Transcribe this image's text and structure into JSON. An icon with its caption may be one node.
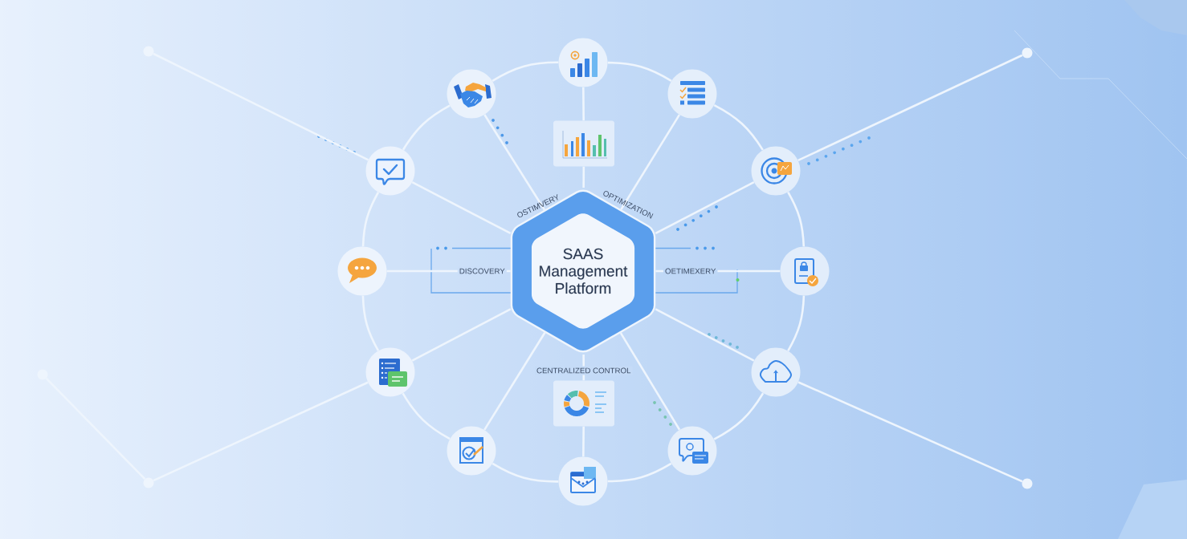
{
  "diagram": {
    "nodes": [
      {
        "text": [
          "SAAS Management Platform"
        ]
      },
      {
        "text": [],
        "shape": "circle"
      },
      {
        "text": [],
        "shape": "circle"
      },
      {
        "text": [],
        "shape": "circle"
      },
      {
        "text": [],
        "shape": "circle"
      },
      {
        "text": [],
        "shape": "circle"
      },
      {
        "text": [],
        "shape": "circle"
      },
      {
        "text": [],
        "shape": "circle"
      },
      {
        "text": [],
        "shape": "circle"
      },
      {
        "text": [],
        "shape": "circle"
      },
      {
        "text": [],
        "shape": "circle"
      },
      {
        "text": [],
        "shape": "circle"
      },
      {
        "text": [],
        "shape": "circle"
      },
      {
        "text": [],
        "shape": "picture"
      },
      {
        "text": [],
        "shape": "picture"
      },
      {
        "text": [],
        "shape": "circle"
      },
      {
        "text": [],
        "shape": "circle"
      },
      {
        "text": [],
        "shape": "circle"
      },
      {
        "text": [],
        "shape": "circle"
      },
      {
        "text": [],
        "shape": "circle"
      }
    ],
    "edges": [
      {
        "from": 0,
        "to": 13,
        "arrow": "none"
      },
      {
        "from": 13,
        "to": 1,
        "arrow": "none"
      },
      {
        "from": 0,
        "to": 2,
        "arrow": "none"
      },
      {
        "from": 0,
        "to": 3,
        "arrow": "none"
      },
      {
        "from": 0,
        "to": 4,
        "arrow": "none",
        "label": "OETIMEXERY"
      },
      {
        "from": 0,
        "to": 5,
        "arrow": "none"
      },
      {
        "from": 0,
        "to": 6,
        "arrow": "none"
      },
      {
        "from": 0,
        "to": 14,
        "arrow": "none",
        "label": "CENTRALIZED CONTROL"
      },
      {
        "from": 14,
        "to": 7,
        "arrow": "none"
      },
      {
        "from": 0,
        "to": 8,
        "arrow": "none"
      },
      {
        "from": 0,
        "to": 9,
        "arrow": "none"
      },
      {
        "from": 0,
        "to": 10,
        "arrow": "none",
        "label": "DISCOVERY"
      },
      {
        "from": 0,
        "to": 11,
        "arrow": "none"
      },
      {
        "from": 0,
        "to": 12,
        "arrow": "none"
      },
      {
        "from": 1,
        "to": 2,
        "arrow": "none"
      },
      {
        "from": 2,
        "to": 3,
        "arrow": "none"
      },
      {
        "from": 3,
        "to": 4,
        "arrow": "none"
      },
      {
        "from": 4,
        "to": 5,
        "arrow": "none"
      },
      {
        "from": 5,
        "to": 6,
        "arrow": "none"
      },
      {
        "from": 6,
        "to": 7,
        "arrow": "none"
      },
      {
        "from": 7,
        "to": 8,
        "arrow": "none"
      },
      {
        "from": 8,
        "to": 9,
        "arrow": "none"
      },
      {
        "from": 9,
        "to": 10,
        "arrow": "none"
      },
      {
        "from": 10,
        "to": 11,
        "arrow": "none"
      },
      {
        "from": 11,
        "to": 12,
        "arrow": "none"
      },
      {
        "from": 12,
        "to": 1,
        "arrow": "none"
      },
      {
        "from": 15,
        "to": 11,
        "arrow": "none"
      },
      {
        "from": 16,
        "to": 3,
        "arrow": "none"
      },
      {
        "from": 17,
        "to": 18,
        "arrow": "none"
      },
      {
        "from": 18,
        "to": 9,
        "arrow": "none"
      },
      {
        "from": 19,
        "to": 5,
        "arrow": "none"
      }
    ],
    "labels": [
      "OSTIMVERY",
      "OPTIMIZATION"
    ]
  }
}
